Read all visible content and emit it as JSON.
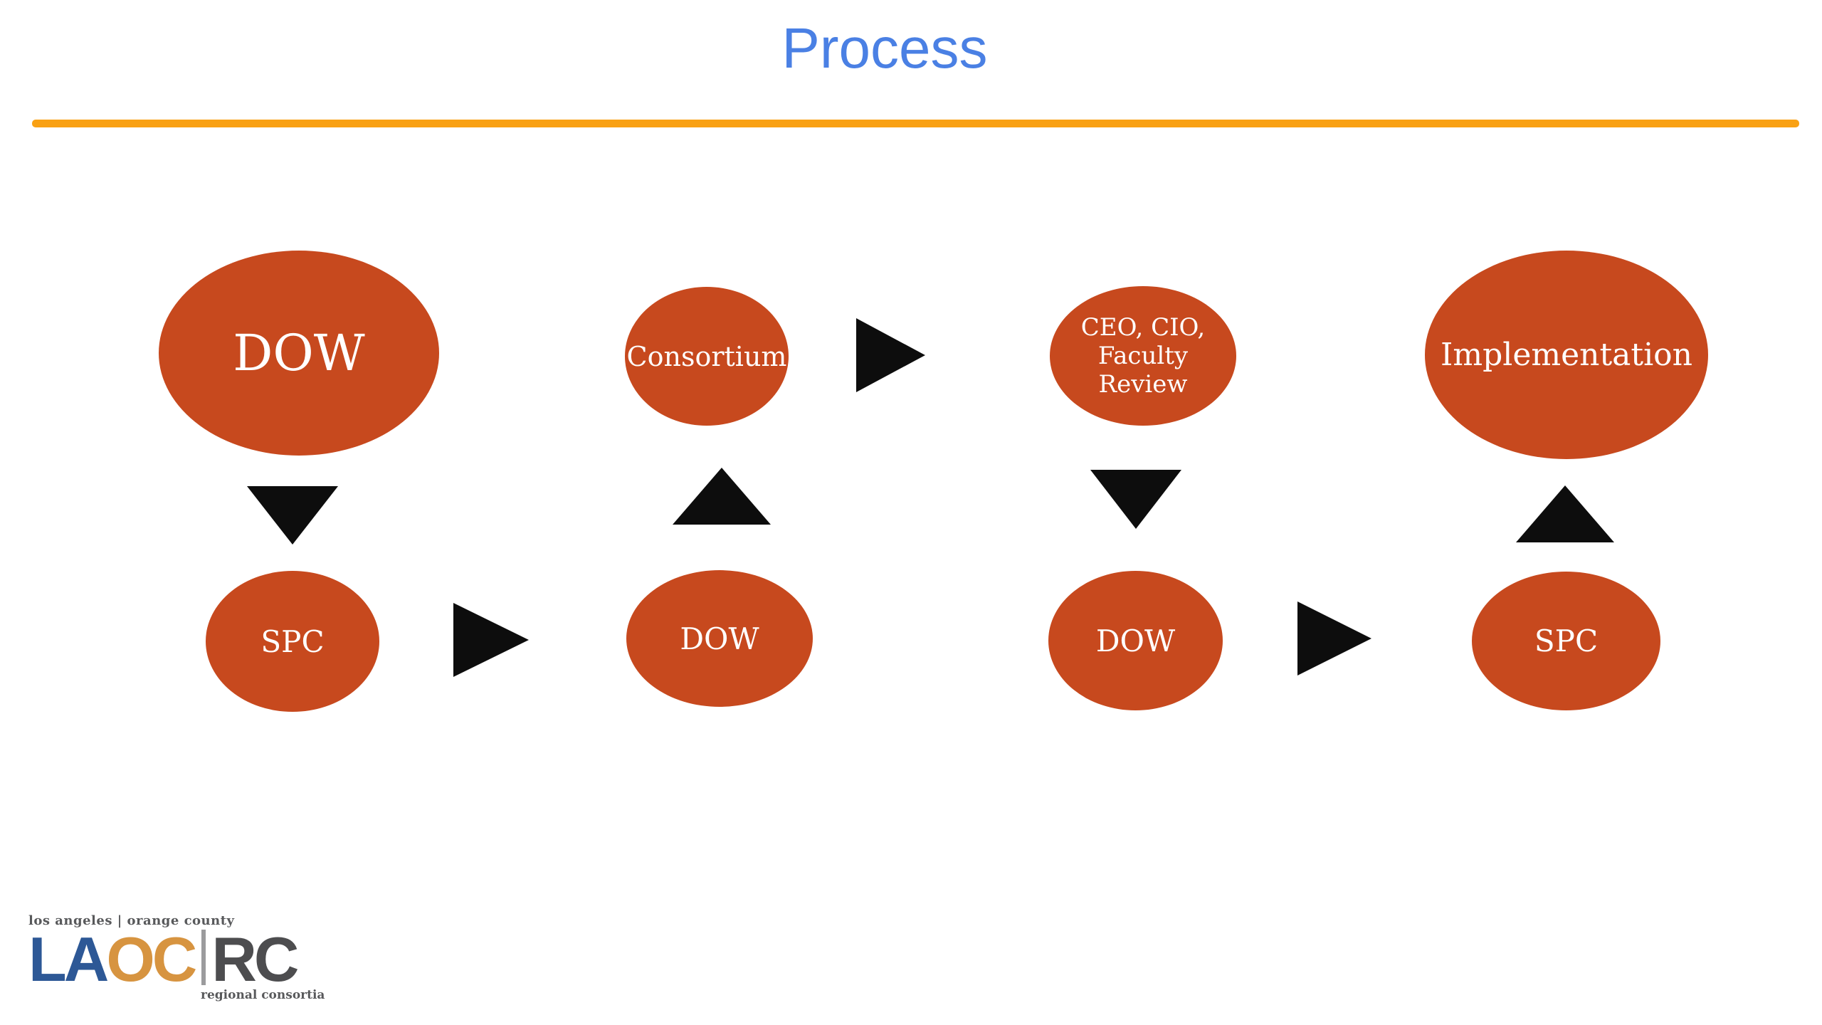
{
  "slide": {
    "title": "Process",
    "title_color": "#4a80e4",
    "divider_color": "#f9a114",
    "background_color": "#ffffff"
  },
  "diagram": {
    "node_fill_color": "#c7491e",
    "node_text_color": "#ffffff",
    "arrow_color": "#0d0d0d",
    "nodes": [
      {
        "id": "dow-1",
        "label": "DOW"
      },
      {
        "id": "consortium",
        "label": "Consortium"
      },
      {
        "id": "ceo-cio-faculty-review",
        "label": "CEO, CIO, Faculty Review"
      },
      {
        "id": "implementation",
        "label": "Implementation"
      },
      {
        "id": "spc-1",
        "label": "SPC"
      },
      {
        "id": "dow-2",
        "label": "DOW"
      },
      {
        "id": "dow-3",
        "label": "DOW"
      },
      {
        "id": "spc-2",
        "label": "SPC"
      }
    ],
    "connections": [
      {
        "from": "dow-1",
        "to": "spc-1",
        "direction": "down"
      },
      {
        "from": "spc-1",
        "to": "dow-2",
        "direction": "right"
      },
      {
        "from": "dow-2",
        "to": "consortium",
        "direction": "up"
      },
      {
        "from": "consortium",
        "to": "ceo-cio-faculty-review",
        "direction": "right"
      },
      {
        "from": "ceo-cio-faculty-review",
        "to": "dow-3",
        "direction": "down"
      },
      {
        "from": "dow-3",
        "to": "spc-2",
        "direction": "right"
      },
      {
        "from": "spc-2",
        "to": "implementation",
        "direction": "up"
      }
    ]
  },
  "logo": {
    "tagline_top": "los angeles | orange county",
    "acronym_la": "LA",
    "acronym_oc": "OC",
    "acronym_rc": "RC",
    "tagline_bottom": "regional consortia",
    "la_color": "#2d5896",
    "oc_color": "#d79440",
    "rc_color": "#4d4d4f"
  }
}
